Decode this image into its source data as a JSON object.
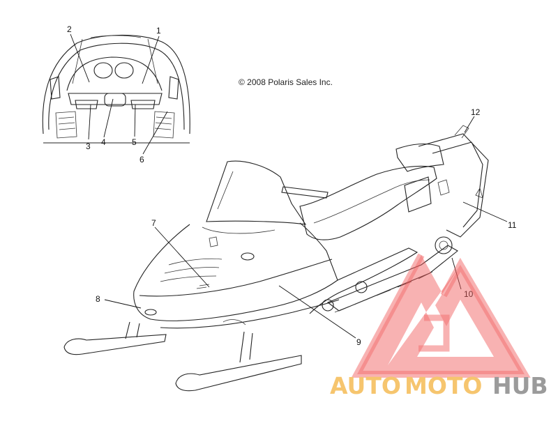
{
  "copyright": "© 2008 Polaris Sales Inc.",
  "callouts": [
    "1",
    "2",
    "3",
    "4",
    "5",
    "6",
    "7",
    "8",
    "9",
    "10",
    "11",
    "12"
  ],
  "watermark": {
    "part1": "AUTO",
    "part2": "MOTO",
    "part3": "HUB"
  },
  "colors": {
    "watermark_red": "#f05a5a",
    "watermark_orange": "#f5bb55",
    "watermark_gray": "#8a8a8a",
    "line": "#222222"
  }
}
